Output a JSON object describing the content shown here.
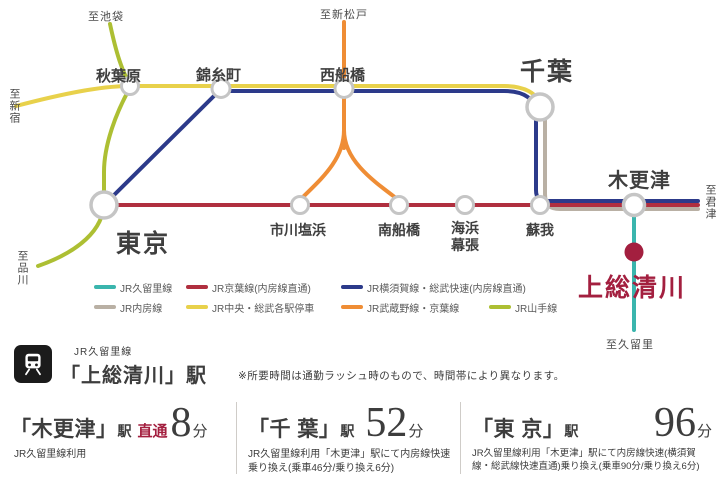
{
  "colors": {
    "kururi": "#3ab5ad",
    "keiyo": "#b02f3f",
    "sobu_rapid": "#2c3a8a",
    "uchibo": "#b9b0a4",
    "chuo_sobu": "#e8d14b",
    "musashino": "#ef8d35",
    "yamanote": "#adbf33",
    "accent": "#a31f3f",
    "station_ring": "#c5c5c5"
  },
  "map": {
    "directions": {
      "ikebukuro": "至池袋",
      "shinjuku": "至新宿",
      "shinmatsudo": "至新松戸",
      "shinagawa": "至品川",
      "kimitsu": "至君津",
      "kururi": "至久留里"
    },
    "stations": {
      "akihabara": "秋葉原",
      "kinshicho": "錦糸町",
      "nishifunabashi": "西船橋",
      "chiba": "千葉",
      "tokyo": "東京",
      "ichikawashiohama": "市川塩浜",
      "minamifunabashi": "南船橋",
      "kaihimmakuhari": "海浜幕張",
      "soga": "蘇我",
      "kisarazu": "木更津",
      "kazusakiyokawa": "上総清川"
    },
    "legend": {
      "row1": [
        {
          "key": "kururi",
          "label": "JR久留里線"
        },
        {
          "key": "keiyo",
          "label": "JR京葉線(内房線直通)"
        },
        {
          "key": "sobu_rapid",
          "label": "JR横須賀線・総武快速(内房線直通)"
        }
      ],
      "row2": [
        {
          "key": "uchibo",
          "label": "JR内房線"
        },
        {
          "key": "chuo_sobu",
          "label": "JR中央・総武各駅停車"
        },
        {
          "key": "musashino",
          "label": "JR武蔵野線・京葉線"
        },
        {
          "key": "yamanote",
          "label": "JR山手線"
        }
      ]
    }
  },
  "station_info": {
    "line_name": "JR久留里線",
    "station_name": "「上総清川」駅",
    "note": "※所要時間は通勤ラッシュ時のもので、時間帯により異なります。"
  },
  "access": [
    {
      "name": "「木更津」",
      "suffix": "駅",
      "direct": "直通",
      "minutes": "8",
      "unit": "分",
      "detail": "JR久留里線利用"
    },
    {
      "name": "「千 葉」",
      "suffix": "駅",
      "minutes": "52",
      "unit": "分",
      "detail": "JR久留里線利用「木更津」駅にて内房線快速乗り換え(乗車46分/乗り換え6分)"
    },
    {
      "name": "「東 京」",
      "suffix": "駅",
      "minutes": "96",
      "unit": "分",
      "detail": "JR久留里線利用「木更津」駅にて内房線快速(横須賀線・総武線快速直通)乗り換え(乗車90分/乗り換え6分)"
    }
  ]
}
